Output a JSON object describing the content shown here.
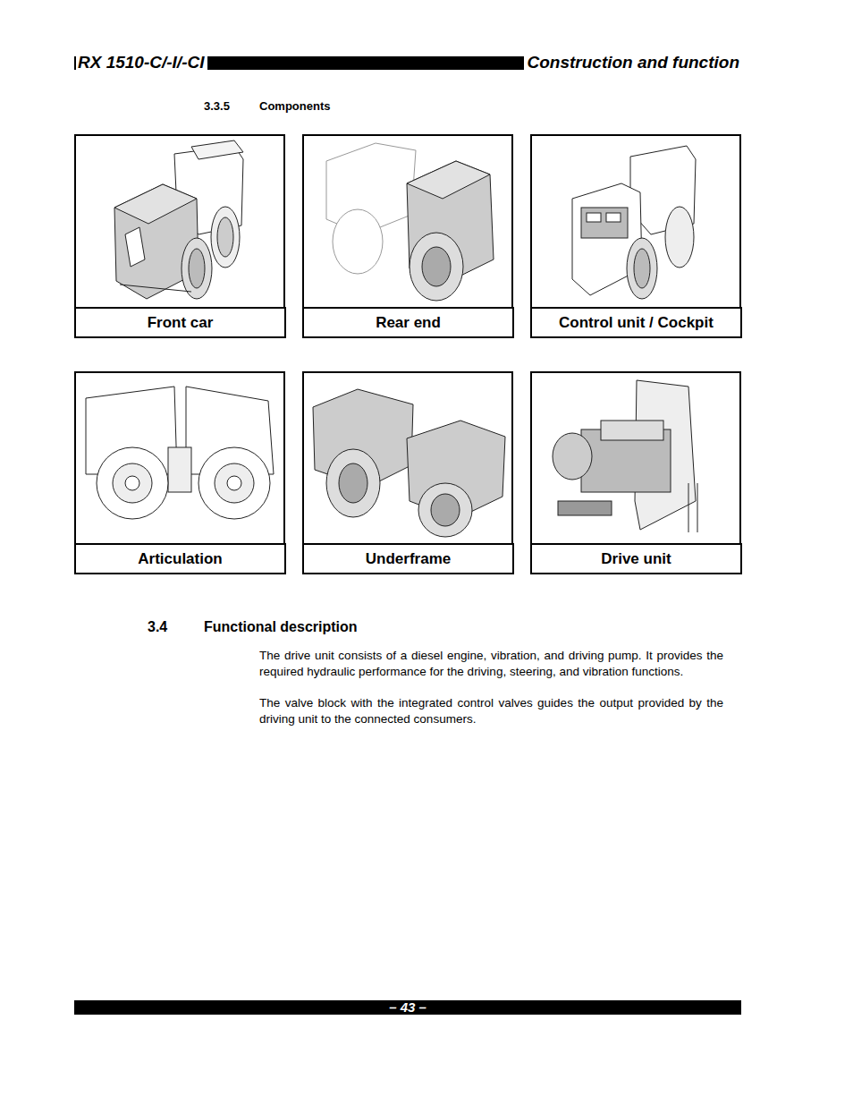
{
  "diagram": {
    "nodes": [
      {
        "text": [
          "Front car"
        ]
      },
      {
        "text": [
          "Rear end"
        ]
      },
      {
        "text": [
          "Control unit / Cockpit"
        ]
      },
      {
        "text": [
          "Articulation"
        ]
      },
      {
        "text": [
          "Underframe"
        ]
      },
      {
        "text": [
          "Drive unit"
        ]
      }
    ],
    "edges": [],
    "labels": [
      "RX 1510-C/-I/-CI",
      "Construction and function",
      "3.3.5",
      "Components",
      "3.4",
      "Functional description",
      "The drive unit consists of a diesel engine, vibration, and driving pump. It provides the required hydraulic performance for the driving, steering, and vibration functions.",
      "The valve block with the integrated control valves guides the output provided by the driving unit to the connected consumers.",
      "– 43 –"
    ]
  }
}
